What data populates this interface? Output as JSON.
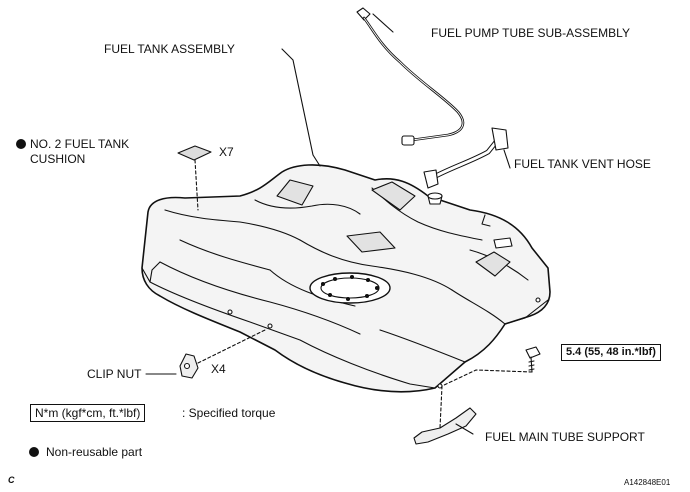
{
  "labels": {
    "fuel_pump_tube": "FUEL PUMP TUBE SUB-ASSEMBLY",
    "fuel_tank_assembly": "FUEL TANK ASSEMBLY",
    "cushion_line1": "NO. 2 FUEL TANK",
    "cushion_line2": "CUSHION",
    "cushion_qty": "X7",
    "vent_hose": "FUEL TANK VENT HOSE",
    "torque": "5.4 (55, 48 in.*lbf)",
    "clip_nut": "CLIP NUT",
    "clip_qty": "X4",
    "main_tube_support": "FUEL MAIN TUBE SUPPORT"
  },
  "legend": {
    "torque_units": "N*m (kgf*cm, ft.*lbf)",
    "torque_desc": ": Specified torque",
    "non_reusable": "Non-reusable part"
  },
  "footer": {
    "corner_letter": "C",
    "figure_id": "A142848E01"
  },
  "colors": {
    "ink": "#111111",
    "background": "#ffffff"
  }
}
